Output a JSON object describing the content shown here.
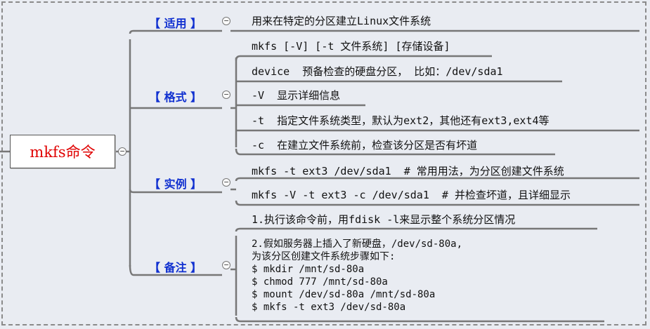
{
  "root": {
    "label": "mkfs命令"
  },
  "branches": [
    {
      "label": "【 适用 】",
      "children": [
        "用来在特定的分区建立Linux文件系统"
      ]
    },
    {
      "label": "【 格式 】",
      "children": [
        "mkfs [-V] [-t 文件系统] [存储设备]",
        "device  预备检查的硬盘分区， 比如：/dev/sda1",
        "-V  显示详细信息",
        "-t  指定文件系统类型，默认为ext2，其他还有ext3,ext4等",
        "-c  在建立文件系统前，检查该分区是否有坏道"
      ]
    },
    {
      "label": "【 实例 】",
      "children": [
        "mkfs -t ext3 /dev/sda1  # 常用用法，为分区创建文件系统",
        "mkfs -V -t ext3 -c /dev/sda1  # 并检查坏道，且详细显示"
      ]
    },
    {
      "label": "【 备注 】",
      "children": [
        "1.执行该命令前，用fdisk -l来显示整个系统分区情况"
      ],
      "note": [
        "2.假如服务器上插入了新硬盘，/dev/sd-80a,",
        "为该分区创建文件系统步骤如下:",
        "$ mkdir /mnt/sd-80a",
        "$ chmod 777 /mnt/sd-80a",
        "$ mount /dev/sd-80a /mnt/sd-80a",
        "$ mkfs -t ext3 /dev/sd-80a"
      ]
    }
  ],
  "colors": {
    "line": "#777777",
    "branch_text": "#1030d0",
    "root_text": "#e00000"
  }
}
